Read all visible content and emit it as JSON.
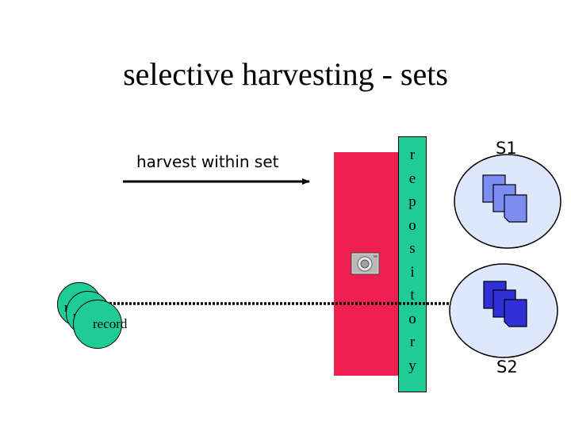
{
  "title": "selective harvesting - sets",
  "harvest_label": "harvest within set",
  "repository_letters": [
    "r",
    "e",
    "p",
    "o",
    "s",
    "i",
    "t",
    "o",
    "r",
    "y"
  ],
  "records": {
    "back_label": "r",
    "middle_label": "r",
    "front_label": "record"
  },
  "sets": {
    "s1_label": "S1",
    "s2_label": "S2"
  },
  "colors": {
    "repository_fill": "#1fcc96",
    "red_bar": "#ee2050",
    "set_circle": "#dde8ff",
    "s1_docs": "#7d8cf0",
    "s2_docs": "#3030d8"
  },
  "icons": {
    "harvester_icon": "camera-icon",
    "arrow_right": "arrow-right-icon",
    "dotted_arrow_left": "dotted-arrow-left-icon"
  }
}
